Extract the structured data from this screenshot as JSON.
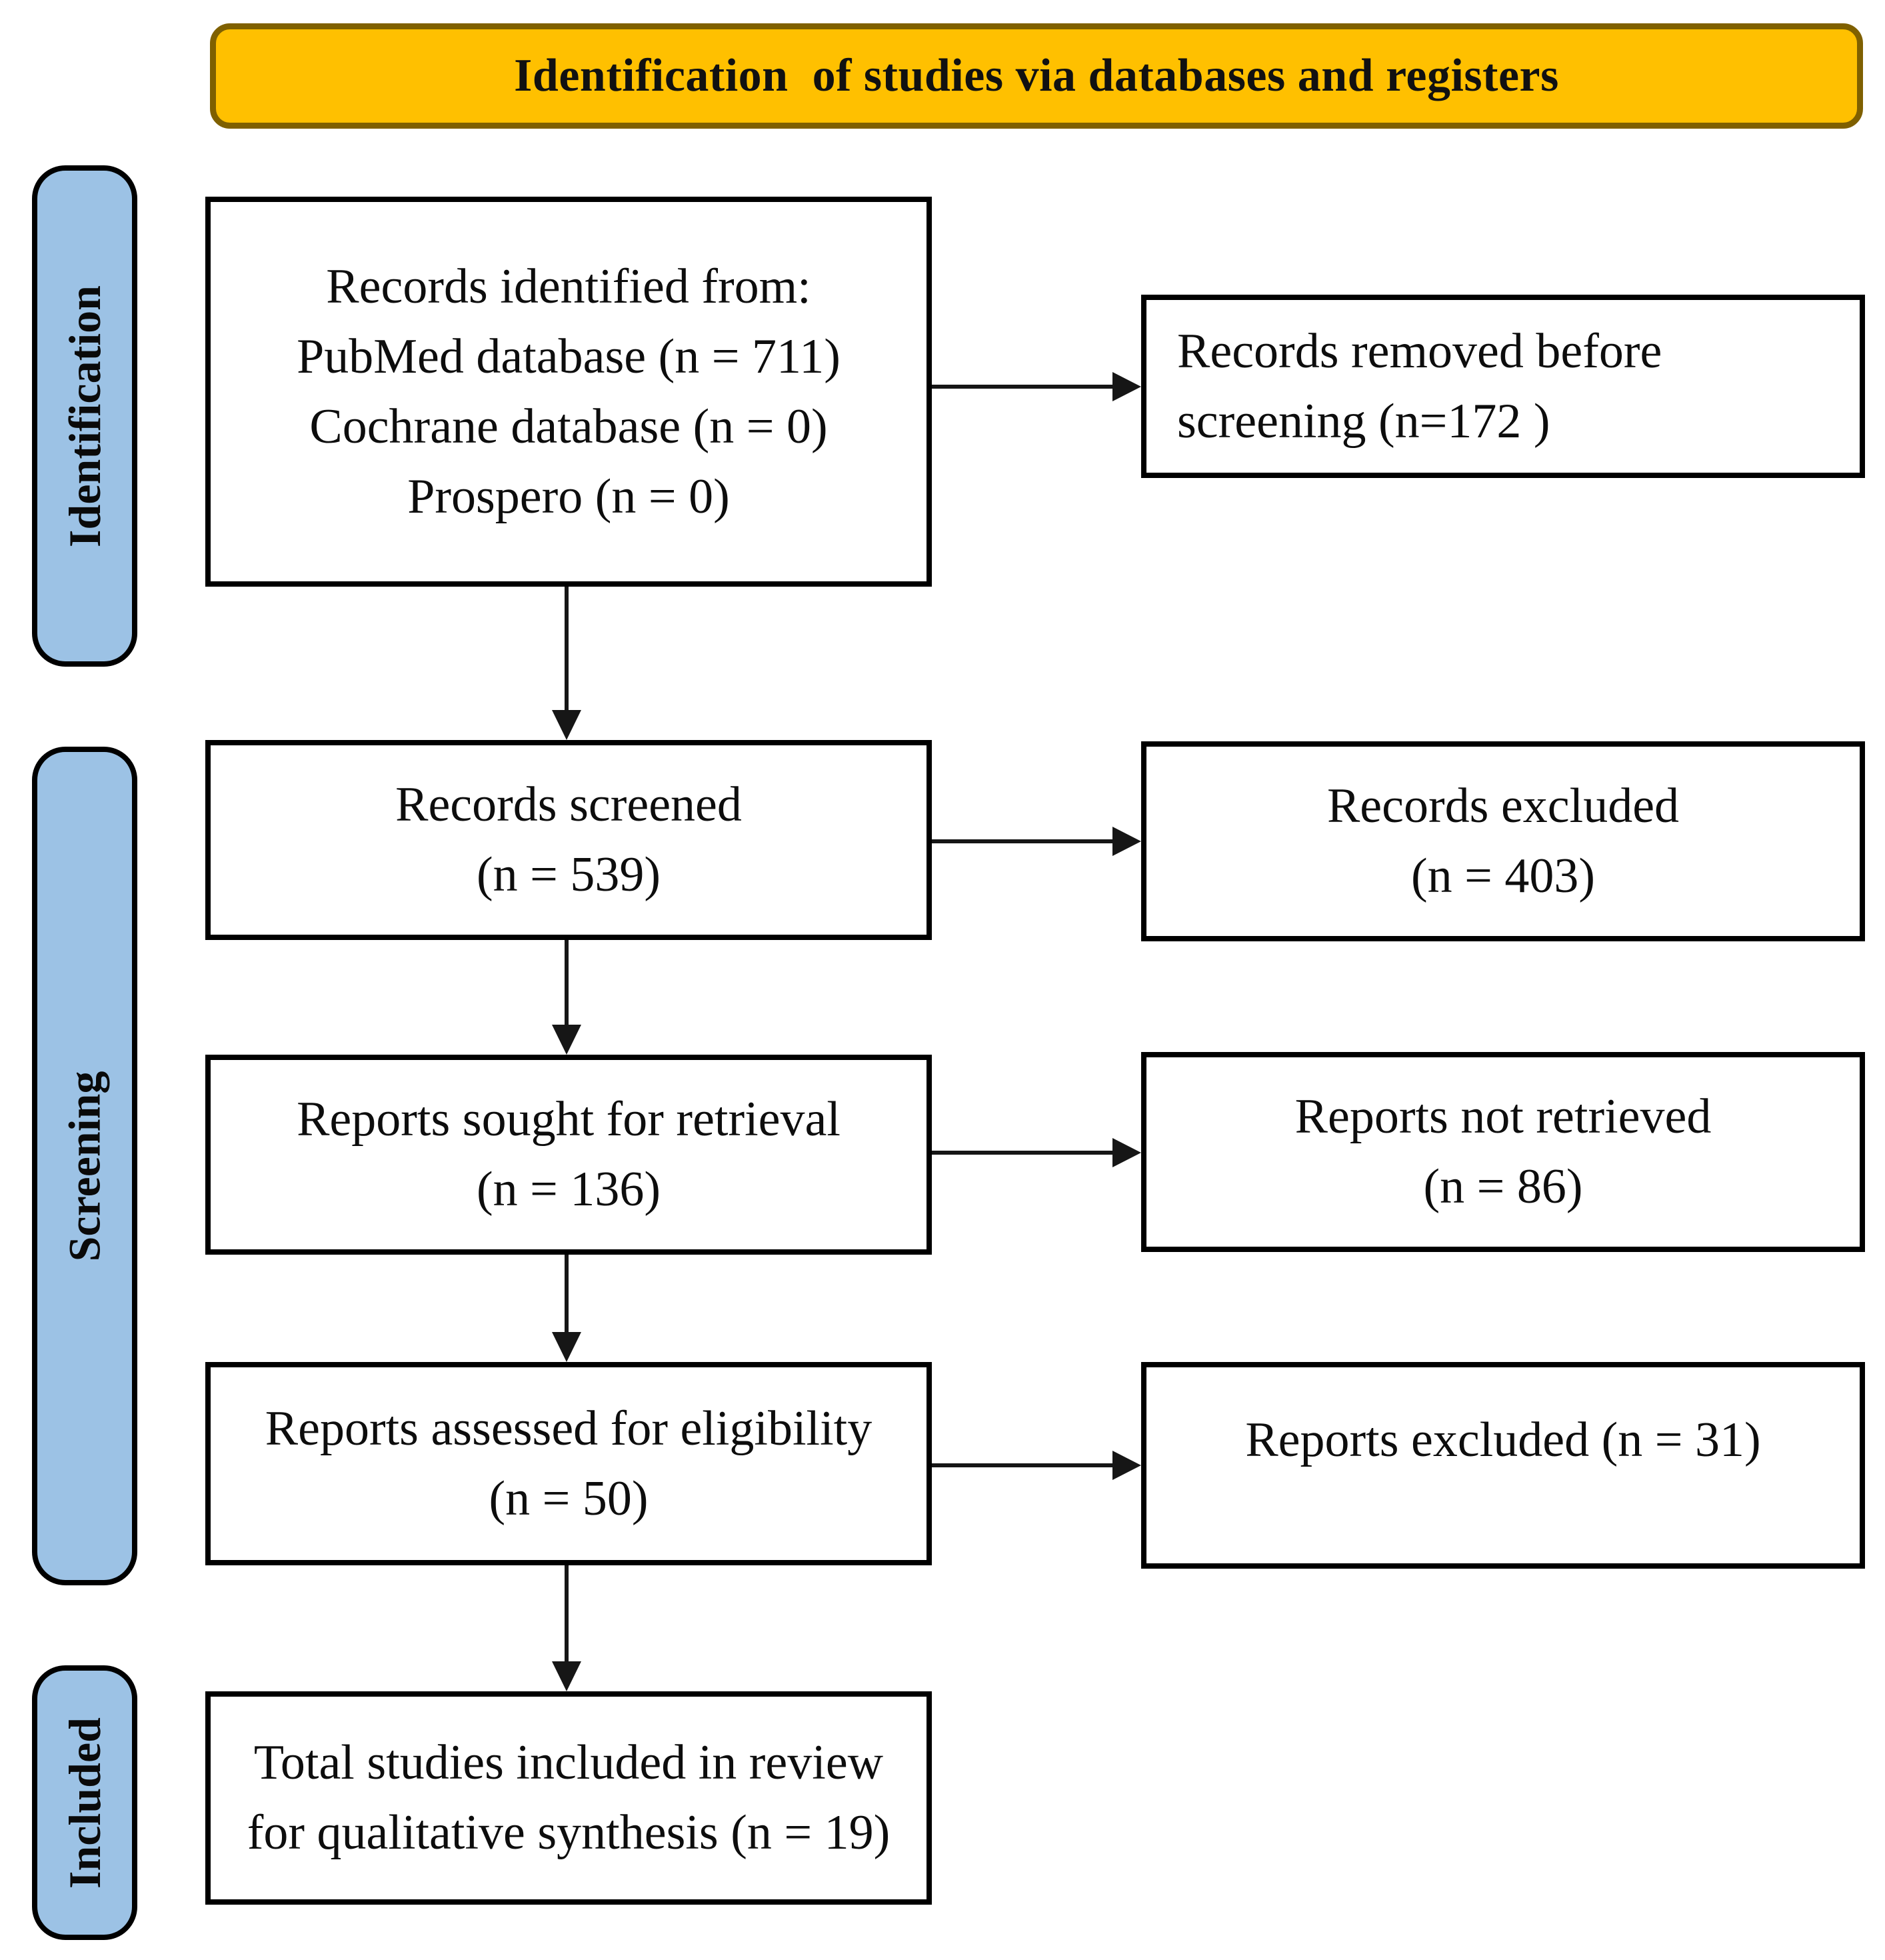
{
  "header": {
    "title": "Identification  of studies via databases and registers"
  },
  "sidebar": {
    "stages": [
      {
        "label": "Identification"
      },
      {
        "label": "Screening"
      },
      {
        "label": "Included"
      }
    ]
  },
  "flow": {
    "main": [
      {
        "id": "records-identified",
        "lines": [
          "Records identified from:",
          "PubMed database (n = 711)",
          "Cochrane database (n = 0)",
          "Prospero (n = 0)"
        ]
      },
      {
        "id": "records-screened",
        "lines": [
          "Records screened",
          "(n = 539)"
        ]
      },
      {
        "id": "reports-sought",
        "lines": [
          "Reports sought for retrieval",
          "(n = 136)"
        ]
      },
      {
        "id": "reports-assessed",
        "lines": [
          "Reports assessed for eligibility",
          "(n = 50)"
        ]
      },
      {
        "id": "studies-included",
        "lines": [
          "Total studies included in review",
          "for qualitative synthesis (n = 19)"
        ]
      }
    ],
    "side": [
      {
        "id": "records-removed",
        "lines": [
          "Records removed before",
          "screening (n=172 )"
        ]
      },
      {
        "id": "records-excluded",
        "lines": [
          "Records excluded",
          "(n = 403)"
        ]
      },
      {
        "id": "reports-not-retrieved",
        "lines": [
          "Reports not retrieved",
          "(n = 86)"
        ]
      },
      {
        "id": "reports-excluded",
        "lines": [
          "Reports excluded (n = 31)"
        ]
      }
    ]
  },
  "colors": {
    "header_fill": "#FFC000",
    "header_border": "#7F6000",
    "stage_fill": "#9CC2E5",
    "box_border": "#000000"
  }
}
